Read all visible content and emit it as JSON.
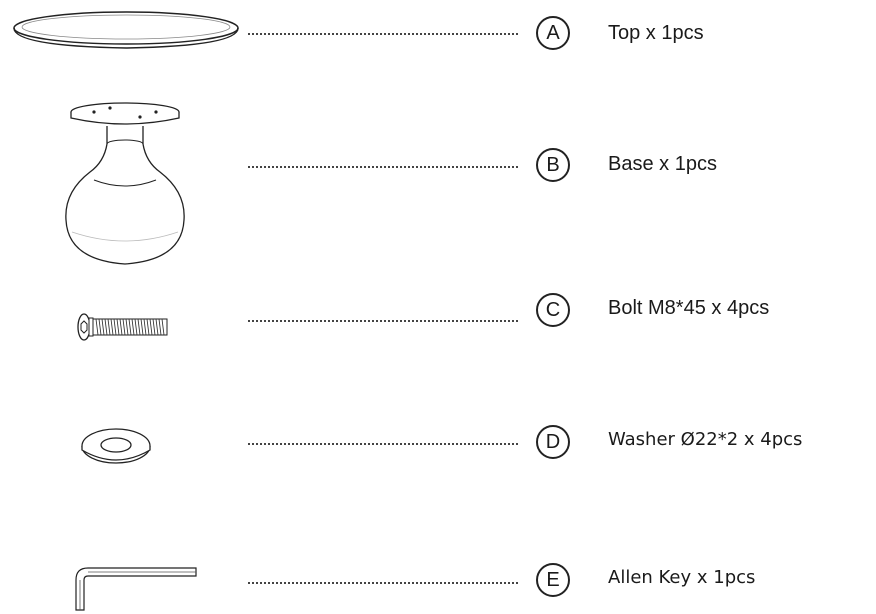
{
  "parts": [
    {
      "letter": "A",
      "label": "Top x 1pcs",
      "icon": "tabletop-icon"
    },
    {
      "letter": "B",
      "label": "Base x 1pcs",
      "icon": "base-icon"
    },
    {
      "letter": "C",
      "label": "Bolt M8*45 x 4pcs",
      "icon": "bolt-icon"
    },
    {
      "letter": "D",
      "label": "Washer Ø22*2 x 4pcs",
      "icon": "washer-icon"
    },
    {
      "letter": "E",
      "label": "Allen Key x 1pcs",
      "icon": "allen-key-icon"
    }
  ]
}
